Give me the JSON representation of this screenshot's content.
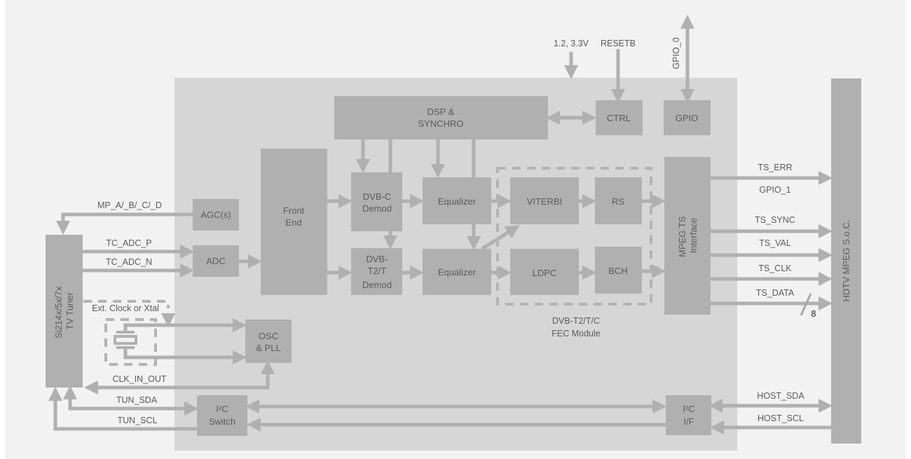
{
  "colors": {
    "page_background": "#ffffff",
    "panel_background": "#f2f2f2",
    "chip_background": "#d6d6d6",
    "block_fill": "#b0b0b0",
    "connector": "#b0b0b0",
    "text": "#5b5b5b"
  },
  "external": {
    "tuner": {
      "lines": [
        "Si214x/5x/7x",
        "TV Tuner"
      ]
    },
    "soc": {
      "label": "HDTV MPEG S.o.C."
    },
    "ext_clock_label": "Ext. Clock or Xtal",
    "power_label": "1.2, 3.3V",
    "reset_label": "RESETB",
    "gpio0_label": "GPIO_0"
  },
  "blocks": {
    "agc": {
      "lines": [
        "AGC(s)"
      ]
    },
    "adc": {
      "lines": [
        "ADC"
      ]
    },
    "front_end": {
      "lines": [
        "Front",
        "End"
      ]
    },
    "dsp": {
      "lines": [
        "DSP &",
        "SYNCHRO"
      ]
    },
    "ctrl": {
      "lines": [
        "CTRL"
      ]
    },
    "gpio": {
      "lines": [
        "GPIO"
      ]
    },
    "dvbc_demod": {
      "lines": [
        "DVB-C",
        "Demod"
      ]
    },
    "dvbt_demod": {
      "lines": [
        "DVB-",
        "T2/T",
        "Demod"
      ]
    },
    "equalizer_c": {
      "lines": [
        "Equalizer"
      ]
    },
    "equalizer_t": {
      "lines": [
        "Equalizer"
      ]
    },
    "viterbi": {
      "lines": [
        "VITERBI"
      ]
    },
    "rs": {
      "lines": [
        "RS"
      ]
    },
    "ldpc": {
      "lines": [
        "LDPC"
      ]
    },
    "bch": {
      "lines": [
        "BCH"
      ]
    },
    "mpeg_ts": {
      "lines": [
        "MPEG TS",
        "Interface"
      ]
    },
    "osc_pll": {
      "lines": [
        "OSC",
        "& PLL"
      ]
    },
    "i2c_switch": {
      "lines": [
        "I²C",
        "Switch"
      ]
    },
    "i2c_if": {
      "lines": [
        "I²C",
        "I/F"
      ]
    }
  },
  "fec_module": {
    "lines": [
      "DVB-T2/T/C",
      "FEC Module"
    ]
  },
  "signals": {
    "mp": "MP_A/_B/_C/_D",
    "tc_adc_p": "TC_ADC_P",
    "tc_adc_n": "TC_ADC_N",
    "clk_in_out": "CLK_IN_OUT",
    "tun_sda": "TUN_SDA",
    "tun_scl": "TUN_SCL",
    "ts_err": "TS_ERR",
    "gpio_1": "GPIO_1",
    "ts_sync": "TS_SYNC",
    "ts_val": "TS_VAL",
    "ts_clk": "TS_CLK",
    "ts_data": "TS_DATA",
    "ts_data_width": "8",
    "host_sda": "HOST_SDA",
    "host_scl": "HOST_SCL"
  }
}
